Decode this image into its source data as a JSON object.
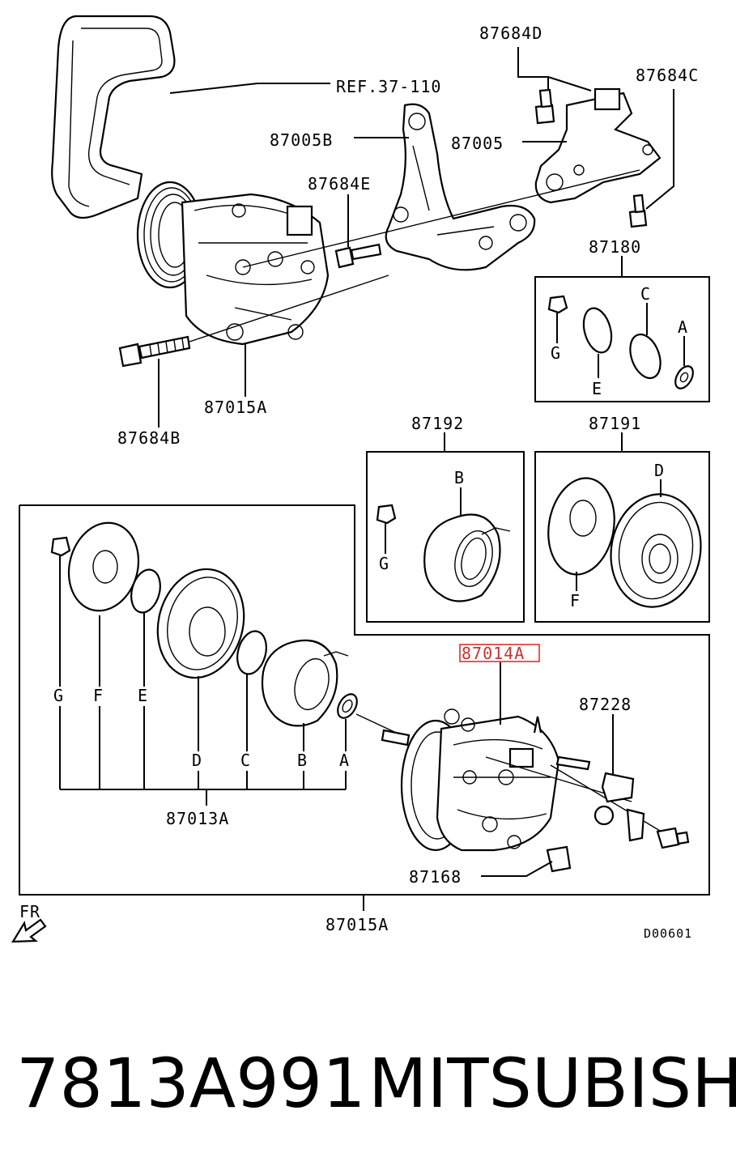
{
  "diagram": {
    "labels": {
      "ref_belt": "REF.37-110",
      "p87684D": "87684D",
      "p87684C": "87684C",
      "p87005B": "87005B",
      "p87005": "87005",
      "p87684E": "87684E",
      "p87180": "87180",
      "p87684B": "87684B",
      "p87015A_top": "87015A",
      "p87192": "87192",
      "p87191": "87191",
      "p87014A": "87014A",
      "p87228": "87228",
      "p87013A": "87013A",
      "p87168": "87168",
      "p87015A_bottom": "87015A",
      "fr": "FR",
      "drawing_code": "D00601"
    },
    "kit_87180_letters": {
      "g": "G",
      "e": "E",
      "c": "C",
      "a": "A"
    },
    "kit_87192_letters": {
      "b": "B",
      "g": "G"
    },
    "kit_87191_letters": {
      "d": "D",
      "f": "F"
    },
    "clutch_letters": {
      "g": "G",
      "f": "F",
      "e": "E",
      "d": "D",
      "c": "C",
      "b": "B",
      "a": "A"
    },
    "highlight_color": "#e03030"
  },
  "footer": {
    "part_number": "7813A991",
    "brand": "MITSUBISHI"
  }
}
